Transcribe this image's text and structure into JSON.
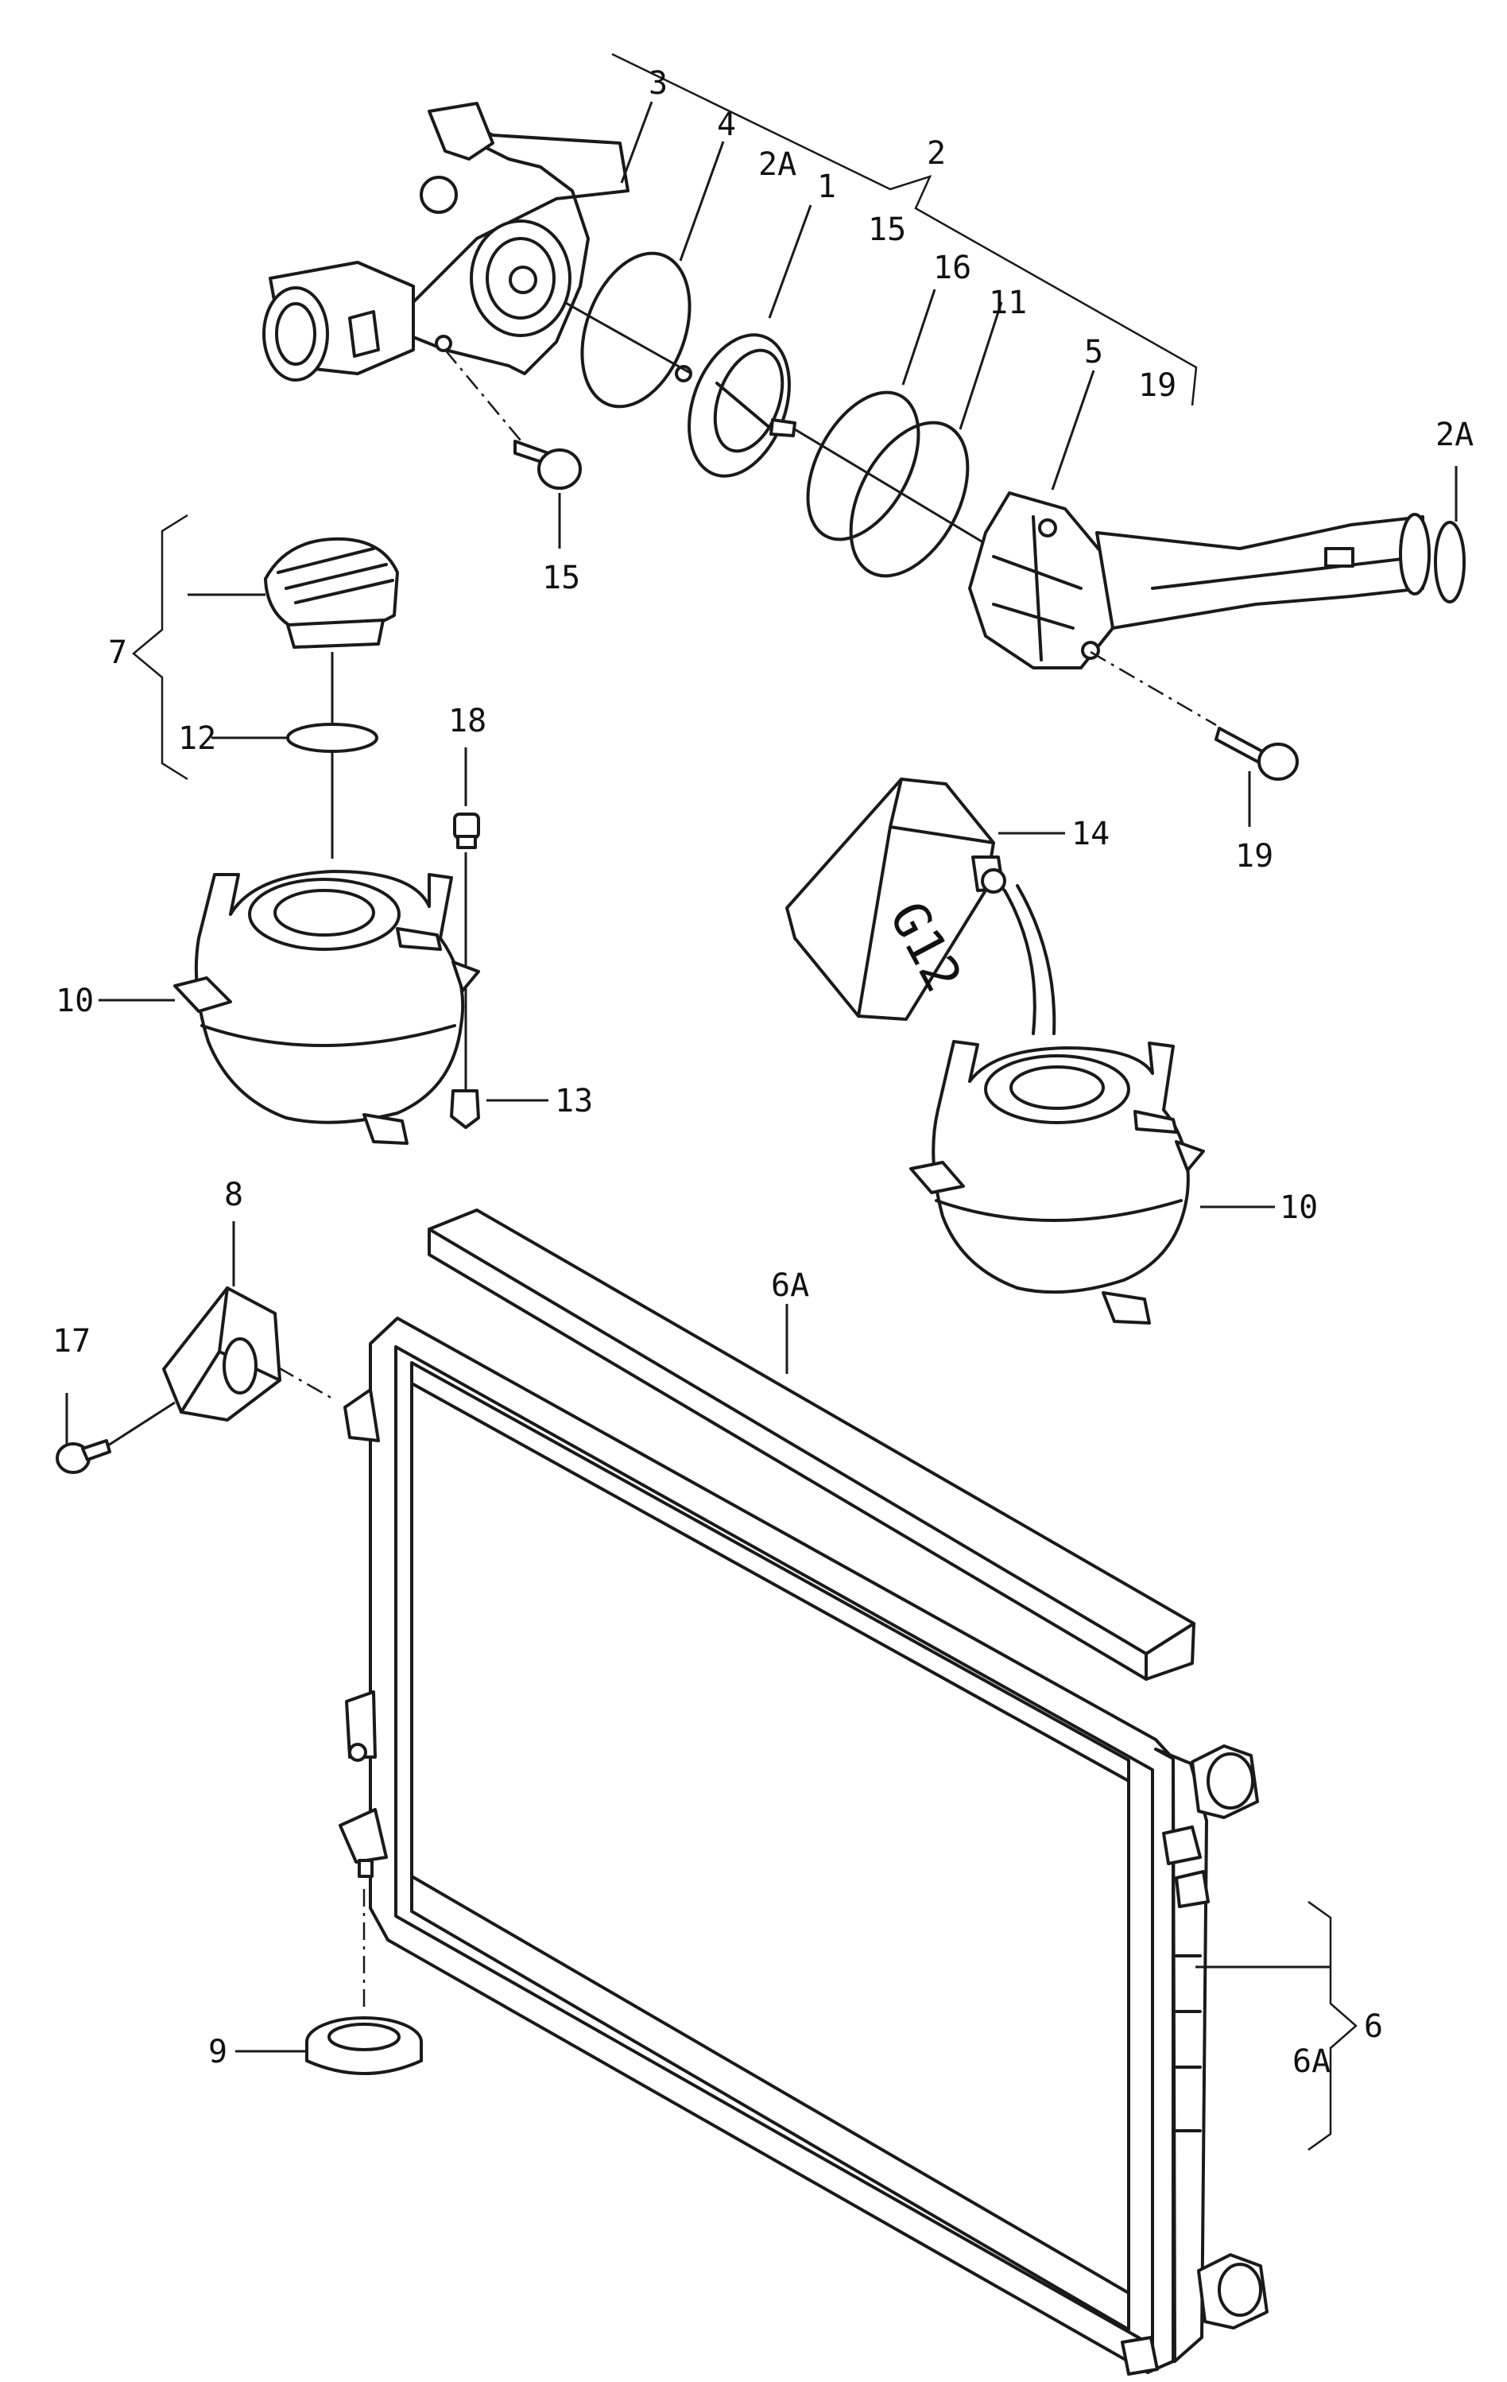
{
  "labels": {
    "l1": "1",
    "l2": "2",
    "l2a_top": "2A",
    "l2a_right": "2A",
    "l3": "3",
    "l4": "4",
    "l5": "5",
    "l6": "6",
    "l6a_top": "6A",
    "l6a_side": "6A",
    "l7": "7",
    "l8": "8",
    "l9": "9",
    "l10_left": "10",
    "l10_right": "10",
    "l11": "11",
    "l12": "12",
    "l13": "13",
    "l14": "14",
    "l15_top": "15",
    "l15_bottom": "15",
    "l16": "16",
    "l17": "17",
    "l18": "18",
    "l19_top": "19",
    "l19_bottom": "19"
  },
  "bottle_mark": "G12"
}
